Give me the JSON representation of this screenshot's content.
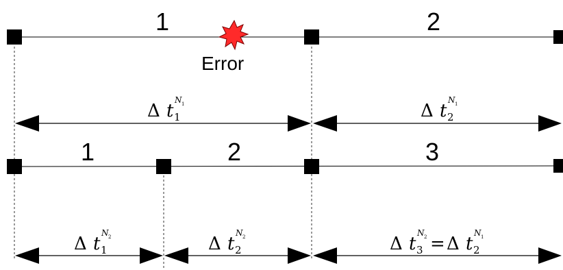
{
  "row1": {
    "segments": [
      {
        "label": "1"
      },
      {
        "label": "2"
      }
    ],
    "error_label": "Error",
    "intervals": [
      {
        "delta": "Δ",
        "t": "t",
        "index": "1",
        "sup_base": "N",
        "sup_index": "1"
      },
      {
        "delta": "Δ",
        "t": "t",
        "index": "2",
        "sup_base": "N",
        "sup_index": "1"
      }
    ]
  },
  "row2": {
    "segments": [
      {
        "label": "1"
      },
      {
        "label": "2"
      },
      {
        "label": "3"
      }
    ],
    "intervals": [
      {
        "delta": "Δ",
        "t": "t",
        "index": "1",
        "sup_base": "N",
        "sup_index": "2"
      },
      {
        "delta": "Δ",
        "t": "t",
        "index": "2",
        "sup_base": "N",
        "sup_index": "2"
      }
    ],
    "equality": {
      "lhs": {
        "delta": "Δ",
        "t": "t",
        "index": "3",
        "sup_base": "N",
        "sup_index": "2"
      },
      "eq": "=",
      "rhs": {
        "delta": "Δ",
        "t": "t",
        "index": "2",
        "sup_base": "N",
        "sup_index": "1"
      }
    }
  },
  "colors": {
    "line": "#000000",
    "node": "#000000",
    "error_fill": "#ff2a2a",
    "error_stroke": "#7a0000"
  },
  "icons": {
    "error_marker": "red-starburst-icon"
  }
}
